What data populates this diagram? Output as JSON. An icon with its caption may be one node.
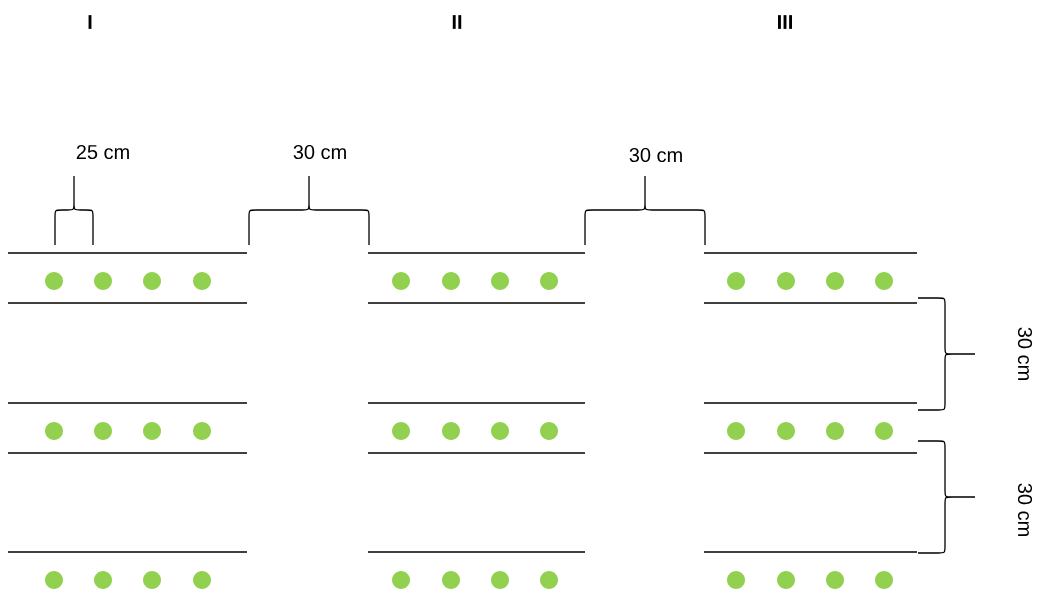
{
  "diagram": {
    "labels": [
      "I",
      "II",
      "III",
      "25 cm",
      "30 cm",
      "30 cm",
      "30 cm",
      "30 cm"
    ]
  }
}
